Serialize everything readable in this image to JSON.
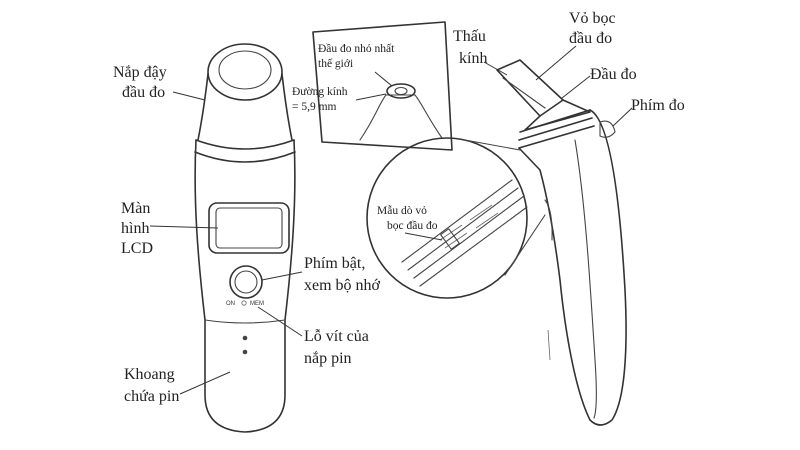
{
  "labels": {
    "cap": [
      "Nắp đậy",
      "đầu đo"
    ],
    "lcd": [
      "Màn",
      "hình",
      "LCD"
    ],
    "power_button": [
      "Phím bật,",
      "xem bộ nhớ"
    ],
    "screw_hole": [
      "Lỗ vít của",
      "nắp  pin"
    ],
    "battery": [
      "Khoang",
      "chứa pin"
    ],
    "smallest_probe": [
      "Đầu đo nhỏ nhất",
      "thế giới"
    ],
    "diameter": [
      "Đường kính",
      "= 5,9 mm"
    ],
    "lens": [
      "Thấu",
      "kính"
    ],
    "probe_cover": [
      "Vỏ bọc",
      "đầu đo"
    ],
    "probe": [
      "Đầu đo"
    ],
    "measure_button": [
      "Phím đo"
    ],
    "cover_detector": [
      "Mẫu dò vỏ",
      "bọc đầu đo"
    ]
  },
  "device_text": {
    "on": "ON",
    "mem": "MEM"
  }
}
